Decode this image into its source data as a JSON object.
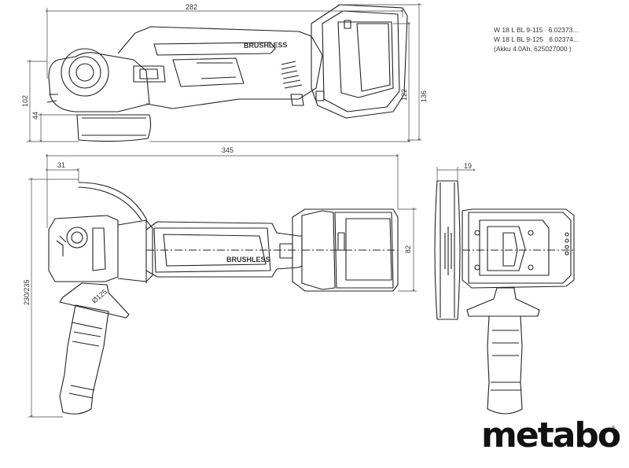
{
  "models": [
    {
      "name": "W 18 L BL 9-115",
      "code": "6.02373..."
    },
    {
      "name": "W 18 L BL 9-125",
      "code": "6.02374..."
    }
  ],
  "battery_note": "(Akku 4.0Ah, 625027000 )",
  "dimensions": {
    "top_length": "282",
    "top_height_total": "136",
    "top_height_body": "122",
    "top_height_head": "102",
    "top_height_disc": "44",
    "side_length": "345",
    "side_offset": "31",
    "side_height": "230/235",
    "side_battery_height": "82",
    "front_width": "19"
  },
  "embossed": {
    "brushless_top": "BRUSHLESS",
    "brushless_side": "BRUSHLESS",
    "size_mark": "Ø125"
  },
  "logo": {
    "text": "metabo",
    "mark": "®"
  },
  "colors": {
    "line": "#222222",
    "dim": "#444444",
    "background": "#ffffff"
  }
}
